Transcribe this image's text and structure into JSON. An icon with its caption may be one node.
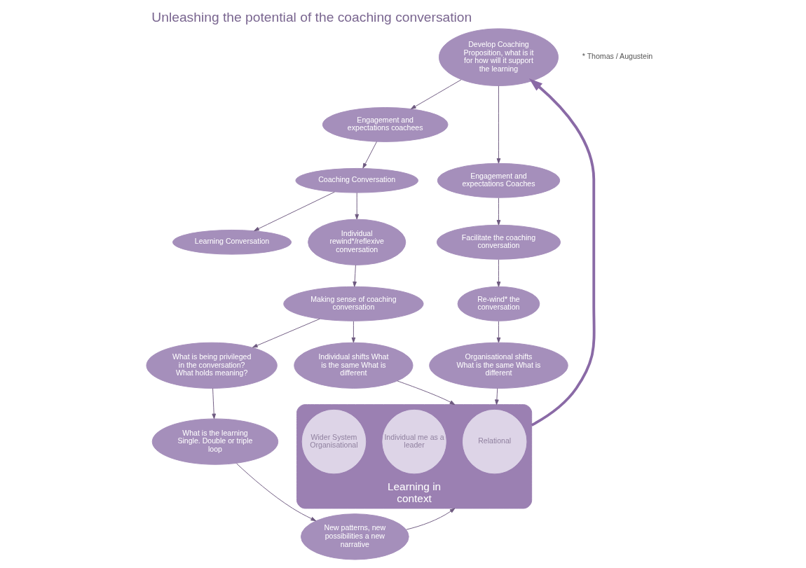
{
  "diagram": {
    "title": "Unleashing the potential of the coaching conversation",
    "nodes": [
      {
        "text": [
          "Learning Conversation"
        ]
      },
      {
        "text": [
          "Engagement and expectations coachees"
        ]
      },
      {
        "text": [
          "Coaching Conversation"
        ]
      },
      {
        "text": [
          "Engagement and expectations Coaches"
        ]
      },
      {
        "text": [
          "Develop Coaching Proposition, what is it for how will it support the learning"
        ]
      },
      {
        "text": [
          "Individual rewind*/reflexive conversation"
        ]
      },
      {
        "text": [
          "Facilitate the coaching conversation"
        ]
      },
      {
        "text": [
          "Learning in",
          "context"
        ]
      },
      {
        "text": [
          "Relational"
        ],
        "in": 7
      },
      {
        "text": [
          "Individual me as a leader"
        ],
        "in": 7
      },
      {
        "text": [
          "New patterns, new possibilities a new narrative"
        ]
      },
      {
        "text": [
          "Wider System Organisational"
        ],
        "in": 7
      },
      {
        "text": [
          "Re-wind* the conversation"
        ]
      },
      {
        "text": [
          "What is the learning Single. Double or triple loop"
        ]
      },
      {
        "text": [
          "Organisational shifts What is the same What is different"
        ]
      },
      {
        "text": [
          "What is being privileged in the conversation? What holds meaning?"
        ]
      },
      {
        "text": [
          "Individual shifts What is the same What is different"
        ]
      },
      {
        "text": [
          "Making sense of coaching conversation"
        ]
      }
    ],
    "edges": [
      {
        "from": 4,
        "to": 1,
        "arrow": "to"
      },
      {
        "from": 1,
        "to": 2,
        "arrow": "to"
      },
      {
        "from": 2,
        "to": 0,
        "arrow": "to"
      },
      {
        "from": 2,
        "to": 5,
        "arrow": "to"
      },
      {
        "from": 4,
        "to": 3,
        "arrow": "to"
      },
      {
        "from": 3,
        "to": 6,
        "arrow": "to"
      },
      {
        "from": 6,
        "to": 12,
        "arrow": "to"
      },
      {
        "from": 12,
        "to": 14,
        "arrow": "to"
      },
      {
        "from": 14,
        "to": 7,
        "arrow": "to"
      },
      {
        "from": 16,
        "to": 7,
        "arrow": "to"
      },
      {
        "from": 10,
        "to": 7,
        "arrow": "to"
      },
      {
        "from": 7,
        "to": 4,
        "arrow": "to",
        "style": "thick"
      },
      {
        "from": 5,
        "to": 17,
        "arrow": "to"
      },
      {
        "from": 17,
        "to": 15,
        "arrow": "to"
      },
      {
        "from": 15,
        "to": 13,
        "arrow": "to"
      },
      {
        "from": 13,
        "to": 10,
        "arrow": "to"
      },
      {
        "from": 17,
        "to": 16,
        "arrow": "to"
      }
    ],
    "labels": [
      "* Thomas / Augustein"
    ]
  }
}
